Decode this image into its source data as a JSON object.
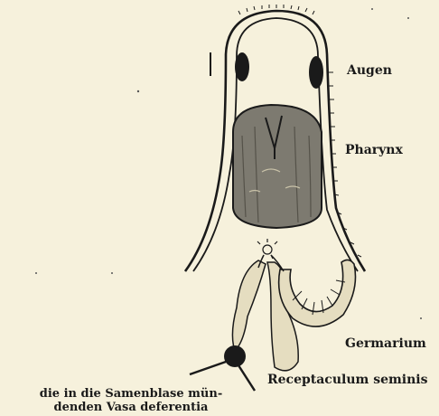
{
  "background": "#f6f1dc",
  "ink": "#1a1a1a",
  "labels": {
    "augen": "Augen",
    "pharynx": "Pharynx",
    "germarium": "Germarium",
    "receptaculum": "Receptaculum seminis"
  },
  "caption": {
    "line1": "die in die Samenblase mün-",
    "line2": "denden Vasa deferentia"
  },
  "scale_mark": "I"
}
